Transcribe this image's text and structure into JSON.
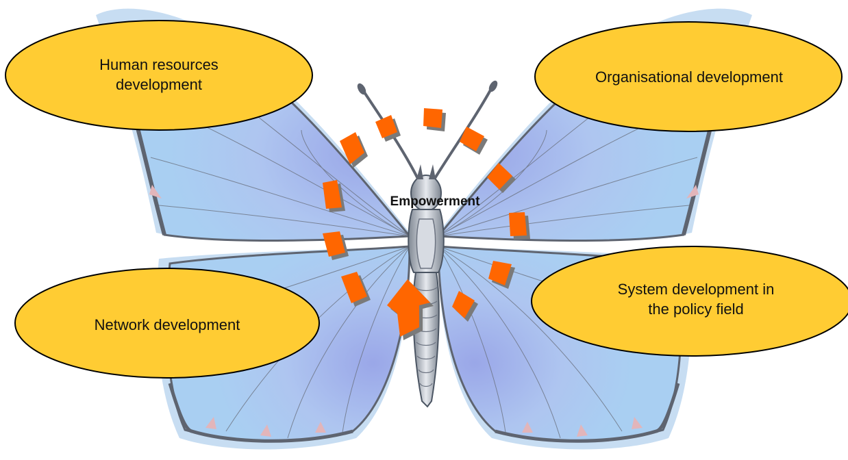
{
  "center": {
    "label": "Empowerment"
  },
  "nodes": {
    "top_left": {
      "lines": [
        "Human resources",
        "development"
      ]
    },
    "top_right": {
      "lines": [
        "Organisational development"
      ]
    },
    "bottom_left": {
      "lines": [
        "Network development"
      ]
    },
    "bottom_right": {
      "lines": [
        "System development in",
        "the policy field"
      ]
    }
  },
  "colors": {
    "ellipse_fill": "#FFCC33",
    "ellipse_stroke": "#000000",
    "wing_fill": "#A9CFF2",
    "wing_glow": "#C7DDF2",
    "wing_inner": "#9AA7E8",
    "wing_edge": "#5E6470",
    "wing_pink": "#E2B5BA",
    "arrow": "#FF6600",
    "arrow_shadow": "#7A7A7A",
    "body": "#AEB4BE"
  },
  "icons": {
    "diagram_art": "butterfly-icon",
    "cycle": "circular-arrow-icon"
  }
}
